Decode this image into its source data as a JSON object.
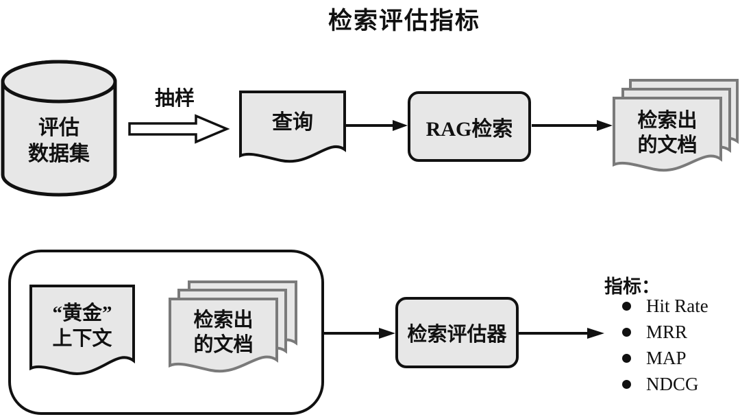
{
  "title": "检索评估指标",
  "top_flow": {
    "dataset_label": {
      "line1": "评估",
      "line2": "数据集"
    },
    "sampling_label": "抽样",
    "query_label": "查询",
    "rag_label": "RAG检索",
    "retrieved_label": {
      "line1": "检索出",
      "line2": "的文档"
    }
  },
  "bottom_flow": {
    "golden_label": {
      "line1": "“黄金”",
      "line2": "上下文"
    },
    "retrieved_label": {
      "line1": "检索出",
      "line2": "的文档"
    },
    "evaluator_label": "检索评估器",
    "metrics_header": "指标：",
    "metrics": [
      "Hit Rate",
      "MRR",
      "MAP",
      "NDCG"
    ]
  },
  "colors": {
    "shape_fill": "#e7e7e7",
    "outline": "#111111",
    "stack_outline": "#7a7a7a"
  }
}
